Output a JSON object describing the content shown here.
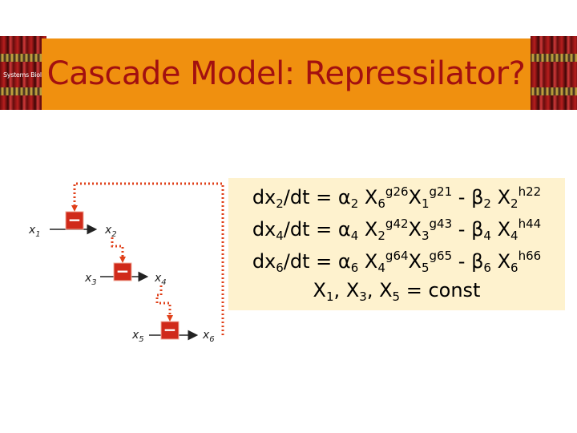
{
  "header": {
    "title": "Cascade Model: Repressilator?",
    "logo_text": "Systems Biology",
    "bar_color": "#f0900f",
    "title_color": "#a21010"
  },
  "diagram": {
    "nodes": {
      "x1": {
        "label": "x",
        "sub": "1"
      },
      "x2": {
        "label": "x",
        "sub": "2"
      },
      "x3": {
        "label": "x",
        "sub": "3"
      },
      "x4": {
        "label": "x",
        "sub": "4"
      },
      "x5": {
        "label": "x",
        "sub": "5"
      },
      "x6": {
        "label": "x",
        "sub": "6"
      }
    },
    "inhibitor_symbol": "−",
    "inhibitor_color": "#d02a1a",
    "feedback_color": "#e0401a"
  },
  "equations": {
    "eq1": {
      "lhs_var": "dx",
      "lhs_sub": "2",
      "lhs_rest": "/dt = ",
      "alpha": "α",
      "alpha_sub": "2",
      "t1": "X",
      "t1_sub": "6",
      "t1_exp": "g26",
      "t2": "X",
      "t2_sub": "1",
      "t2_exp": "g21",
      "minus": " - ",
      "beta": "β",
      "beta_sub": "2",
      "t3": "X",
      "t3_sub": "2",
      "t3_exp": "h22"
    },
    "eq2": {
      "lhs_var": "dx",
      "lhs_sub": "4",
      "lhs_rest": "/dt = ",
      "alpha": "α",
      "alpha_sub": "4",
      "t1": "X",
      "t1_sub": "2",
      "t1_exp": "g42",
      "t2": "X",
      "t2_sub": "3",
      "t2_exp": "g43",
      "minus": " - ",
      "beta": "β",
      "beta_sub": "4",
      "t3": "X",
      "t3_sub": "4",
      "t3_exp": "h44"
    },
    "eq3": {
      "lhs_var": "dx",
      "lhs_sub": "6",
      "lhs_rest": "/dt = ",
      "alpha": "α",
      "alpha_sub": "6",
      "t1": "X",
      "t1_sub": "4",
      "t1_exp": "g64",
      "t2": "X",
      "t2_sub": "5",
      "t2_exp": "g65",
      "minus": " - ",
      "beta": "β",
      "beta_sub": "6",
      "t3": "X",
      "t3_sub": "6",
      "t3_exp": "h66"
    },
    "constants": {
      "a": "X",
      "a_sub": "1",
      "sep1": ", ",
      "b": "X",
      "b_sub": "3",
      "sep2": ", ",
      "c": "X",
      "c_sub": "5",
      "rest": " = const"
    },
    "box_color": "#fef2ce"
  }
}
